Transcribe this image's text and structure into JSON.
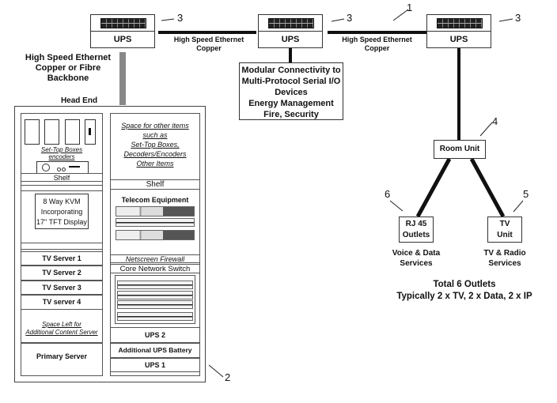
{
  "diagram": {
    "ups_units": [
      {
        "label": "UPS",
        "ref": "3"
      },
      {
        "label": "UPS",
        "ref": "3"
      },
      {
        "label": "UPS",
        "ref": "3"
      }
    ],
    "links": {
      "link_1": [
        "High Speed Ethernet",
        "Copper"
      ],
      "link_2": [
        "High Speed Ethernet",
        "Copper"
      ],
      "backbone": [
        "High Speed Ethernet",
        "Copper or Fibre",
        "Backbone"
      ]
    },
    "system_ref": "1",
    "modular_box": [
      "Modular Connectivity to",
      "Multi-Protocol Serial I/O",
      "Devices",
      "Energy Management",
      "Fire, Security"
    ],
    "head_end": {
      "title": "Head End",
      "ref": "2",
      "left_rack": {
        "stb_label": [
          "Set-Top Boxes",
          "encoders"
        ],
        "shelf": "Shelf",
        "kvm": [
          "8 Way KVM",
          "Incorporating",
          "17\" TFT Display"
        ],
        "servers": [
          "TV Server 1",
          "TV Server 2",
          "TV Server 3",
          "TV server 4"
        ],
        "space_left": [
          "Space Left for",
          "Additional Content Server"
        ],
        "primary": "Primary Server"
      },
      "right_rack": {
        "space_other": [
          "Space for other items",
          "such as",
          "Set-Top Boxes,",
          "Decoders/Encoders",
          "Other Items"
        ],
        "shelf": "Shelf",
        "telecom": "Telecom Equipment",
        "firewall": "Netscreen Firewall",
        "core_switch": "Core Network Switch",
        "ups2": "UPS 2",
        "battery": "Additional UPS Battery",
        "ups1": "UPS 1"
      }
    },
    "room_unit": {
      "label": "Room Unit",
      "ref": "4"
    },
    "rj45": {
      "label": [
        "RJ 45",
        "Outlets"
      ],
      "ref": "6",
      "caption": [
        "Voice & Data",
        "Services"
      ]
    },
    "tv_unit": {
      "label": [
        "TV",
        "Unit"
      ],
      "ref": "5",
      "caption": [
        "TV & Radio",
        "Services"
      ]
    },
    "total": [
      "Total 6 Outlets",
      "Typically 2 x TV, 2 x Data, 2 x IP"
    ]
  }
}
